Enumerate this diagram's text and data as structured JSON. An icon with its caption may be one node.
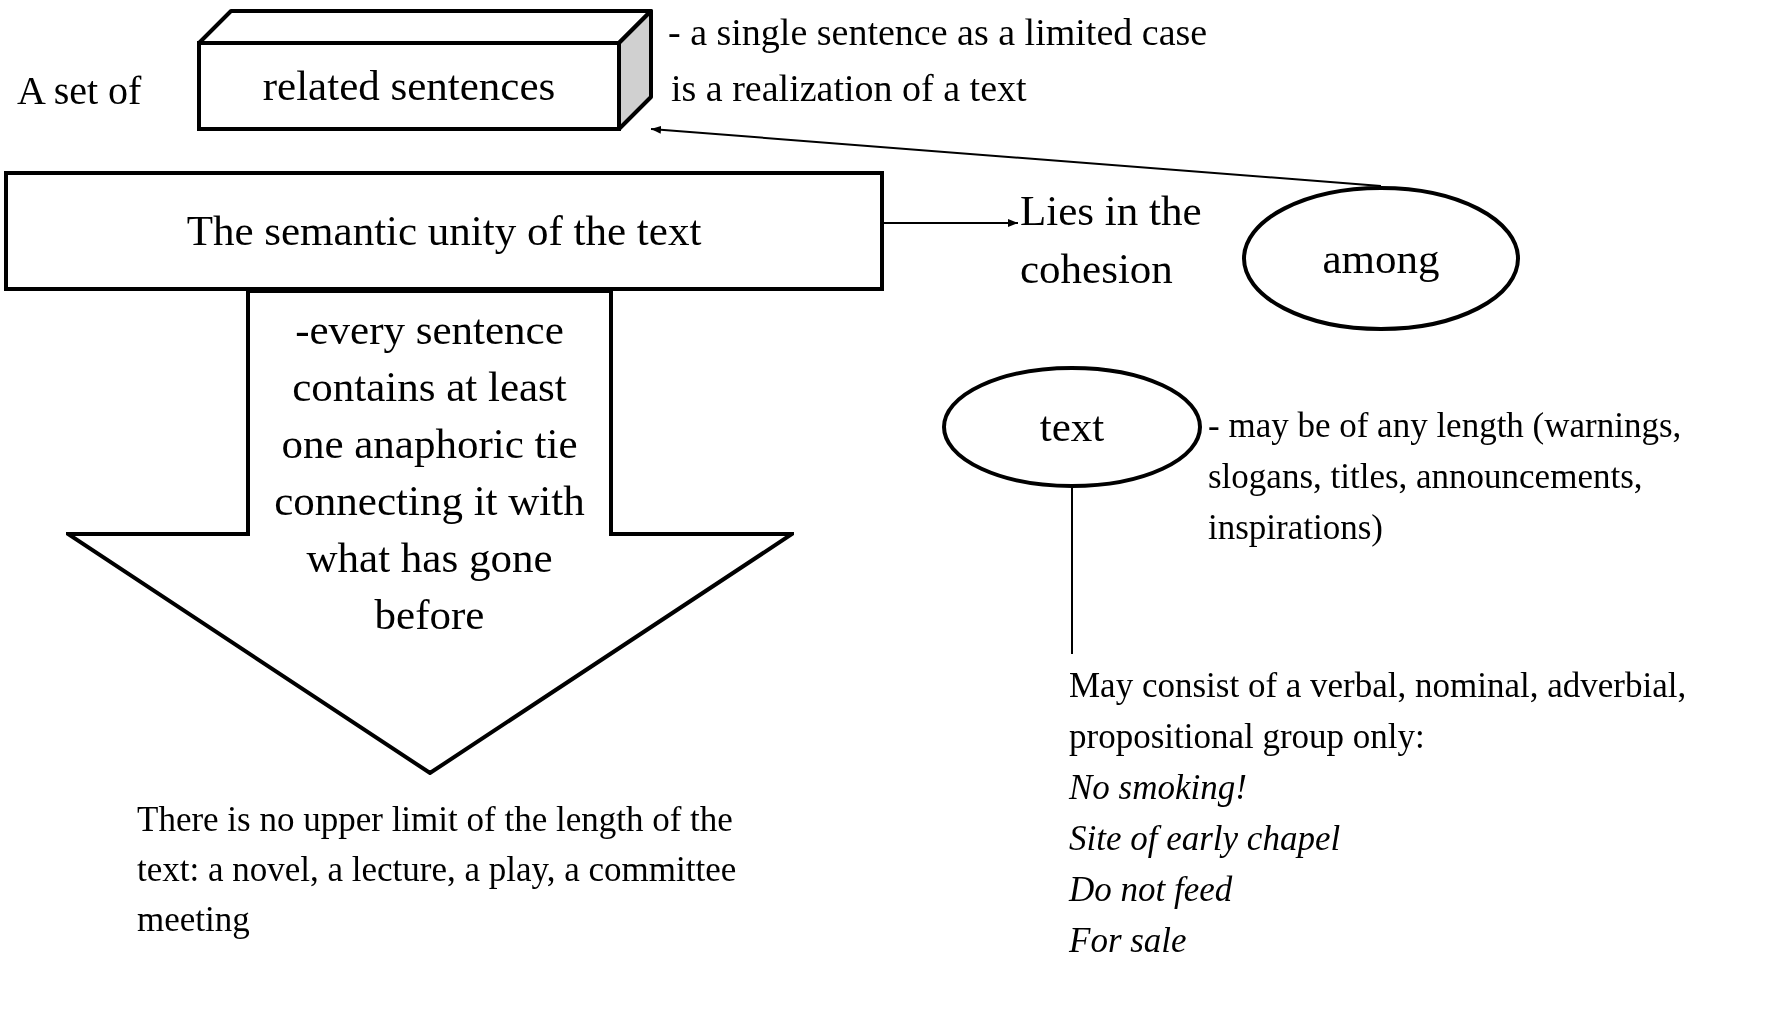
{
  "diagram": {
    "nodes": [
      {
        "text": [
          "related sentences"
        ]
      },
      {
        "text": [
          "The semantic unity of the text"
        ]
      },
      {
        "text": [
          "Lies in the cohesion"
        ]
      },
      {
        "text": [
          "among"
        ]
      },
      {
        "text": [
          "-every sentence contains at least one anaphoric tie connecting it with what has gone before"
        ]
      },
      {
        "text": [
          "text"
        ],
        "beside": [
          "- may be of any length (warnings, slogans, titles, announcements, inspirations)"
        ]
      },
      {
        "text": [
          "May consist of a verbal, nominal, adverbial, propositional group only:",
          "No smoking!",
          "Site of  early chapel",
          "Do not feed",
          "For sale"
        ]
      }
    ],
    "edges": [
      {
        "from": 3,
        "to": 0,
        "arrow": "to"
      },
      {
        "from": 1,
        "to": 2,
        "arrow": "to"
      },
      {
        "from": 5,
        "to": 6,
        "arrow": "none"
      }
    ],
    "labels": [
      "A set of",
      "-   a single sentence as a limited case",
      "is a realization of a text",
      "There is no upper limit of the length of the text: a novel, a lecture, a play, a committee meeting"
    ]
  }
}
